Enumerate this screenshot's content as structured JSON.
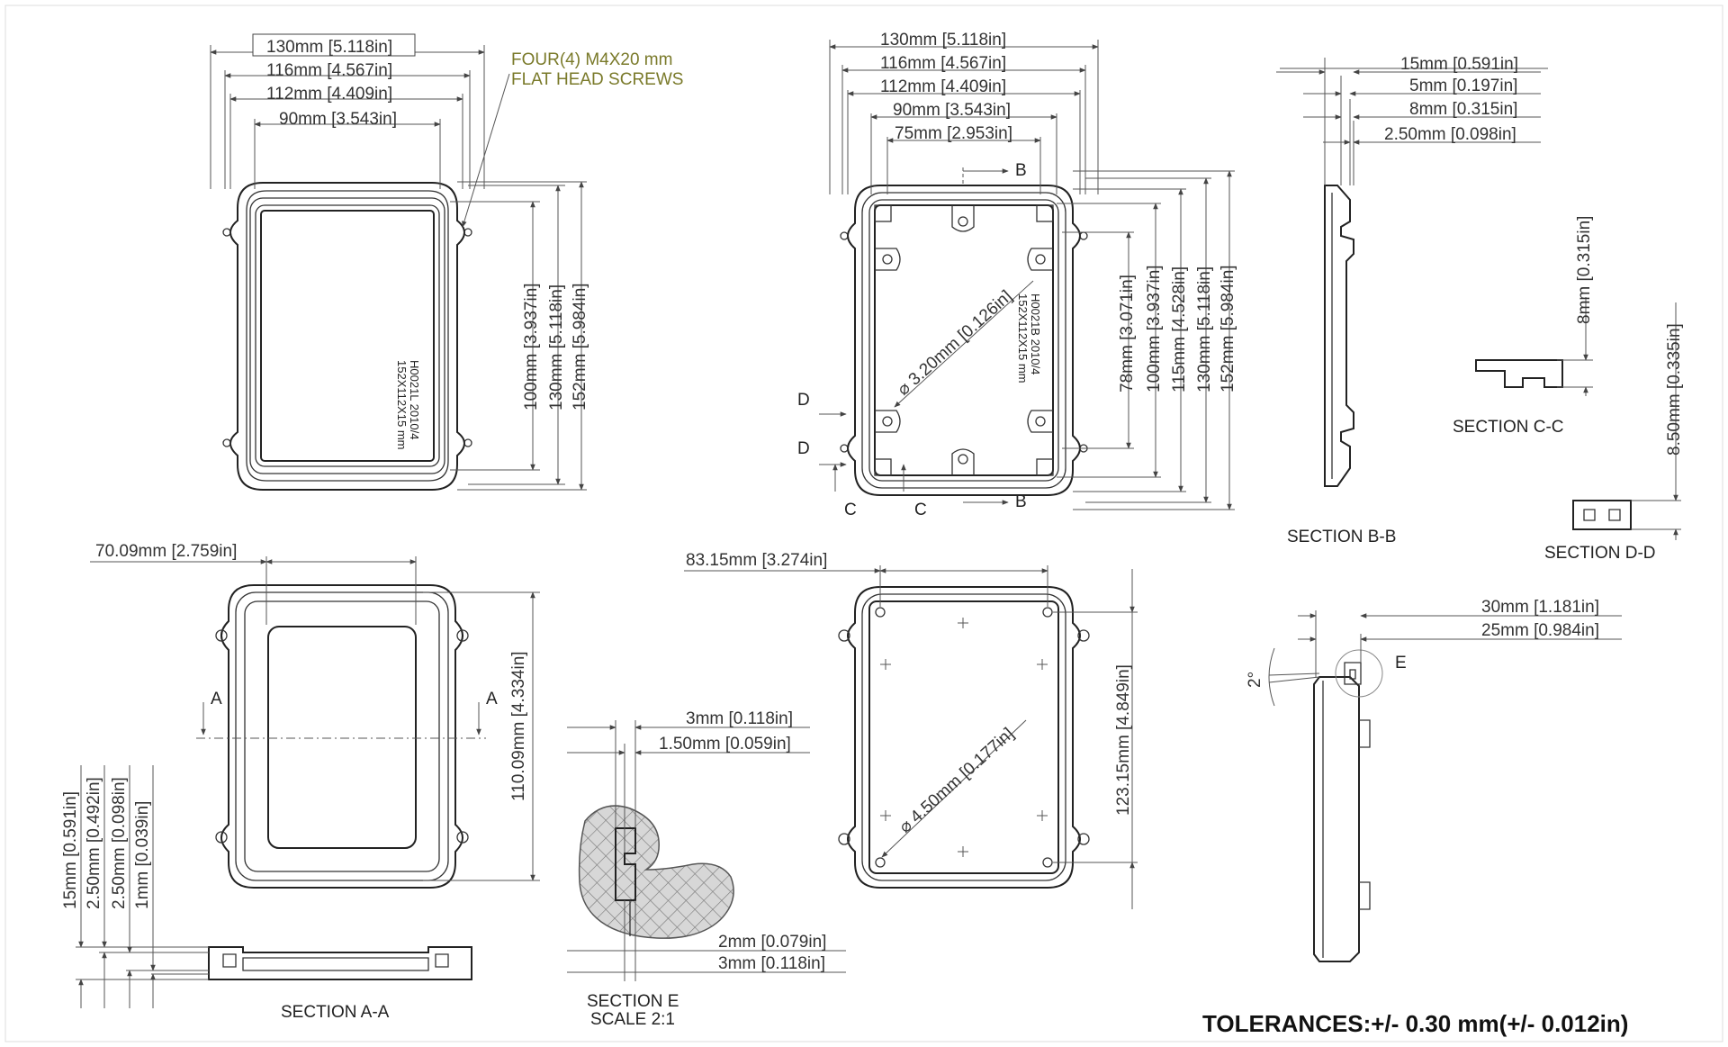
{
  "note": {
    "line1": "FOUR(4) M4X20 mm",
    "line2": "FLAT HEAD SCREWS"
  },
  "view_top_left": {
    "horizontal_dims": [
      {
        "mm": "130mm",
        "inch": "5.118in"
      },
      {
        "mm": "116mm",
        "inch": "4.567in"
      },
      {
        "mm": "112mm",
        "inch": "4.409in"
      },
      {
        "mm": "90mm",
        "inch": "3.543in"
      }
    ],
    "vertical_dims": [
      {
        "mm": "100mm",
        "inch": "3.937in"
      },
      {
        "mm": "130mm",
        "inch": "5.118in"
      },
      {
        "mm": "152mm",
        "inch": "5.984in"
      }
    ],
    "engraving": {
      "line1": "H0021L 2010/4",
      "line2": "152X112X15 mm"
    }
  },
  "view_top_center": {
    "horizontal_dims": [
      {
        "mm": "130mm",
        "inch": "5.118in"
      },
      {
        "mm": "116mm",
        "inch": "4.567in"
      },
      {
        "mm": "112mm",
        "inch": "4.409in"
      },
      {
        "mm": "90mm",
        "inch": "3.543in"
      },
      {
        "mm": "75mm",
        "inch": "2.953in"
      }
    ],
    "vertical_dims": [
      {
        "mm": "78mm",
        "inch": "3.071in"
      },
      {
        "mm": "100mm",
        "inch": "3.937in"
      },
      {
        "mm": "115mm",
        "inch": "4.528in"
      },
      {
        "mm": "130mm",
        "inch": "5.118in"
      },
      {
        "mm": "152mm",
        "inch": "5.984in"
      }
    ],
    "diameter": {
      "mm": "3.20mm",
      "inch": "0.126in"
    },
    "engraving": {
      "line1": "H0021B 2010/4",
      "line2": "152X112X15 mm"
    },
    "section_letters": {
      "b": "B",
      "c": "C",
      "d": "D"
    }
  },
  "section_bb": {
    "label": "SECTION B-B",
    "dims": [
      {
        "mm": "15mm",
        "inch": "0.591in"
      },
      {
        "mm": "5mm",
        "inch": "0.197in"
      },
      {
        "mm": "8mm",
        "inch": "0.315in"
      },
      {
        "mm": "2.50mm",
        "inch": "0.098in"
      }
    ]
  },
  "section_cc": {
    "label": "SECTION C-C",
    "dim": {
      "mm": "8mm",
      "inch": "0.315in"
    }
  },
  "section_dd": {
    "label": "SECTION D-D",
    "dim": {
      "mm": "8.50mm",
      "inch": "0.335in"
    }
  },
  "view_bottom_left": {
    "width_dim": {
      "mm": "70.09mm",
      "inch": "2.759in"
    },
    "height_dim": {
      "mm": "110.09mm",
      "inch": "4.334in"
    },
    "section_letter": "A"
  },
  "section_aa": {
    "label": "SECTION A-A",
    "dims": [
      {
        "mm": "15mm",
        "inch": "0.591in"
      },
      {
        "mm": "2.50mm",
        "inch": "0.492in"
      },
      {
        "mm": "2.50mm",
        "inch": "0.098in"
      },
      {
        "mm": "1mm",
        "inch": "0.039in"
      }
    ]
  },
  "section_e": {
    "label_line1": "SECTION E",
    "label_line2": "SCALE 2:1",
    "dims": [
      {
        "mm": "3mm",
        "inch": "0.118in"
      },
      {
        "mm": "1.50mm",
        "inch": "0.059in"
      },
      {
        "mm": "2mm",
        "inch": "0.079in"
      },
      {
        "mm": "3mm",
        "inch": "0.118in"
      }
    ]
  },
  "view_bottom_center": {
    "width_dim": {
      "mm": "83.15mm",
      "inch": "3.274in"
    },
    "height_dim": {
      "mm": "123.15mm",
      "inch": "4.849in"
    },
    "diameter": {
      "mm": "4.50mm",
      "inch": "0.177in"
    }
  },
  "side_view": {
    "dims": [
      {
        "mm": "30mm",
        "inch": "1.181in"
      },
      {
        "mm": "25mm",
        "inch": "0.984in"
      }
    ],
    "angle": "2°",
    "detail_letter": "E"
  },
  "tolerances": "TOLERANCES:+/- 0.30 mm(+/- 0.012in)"
}
